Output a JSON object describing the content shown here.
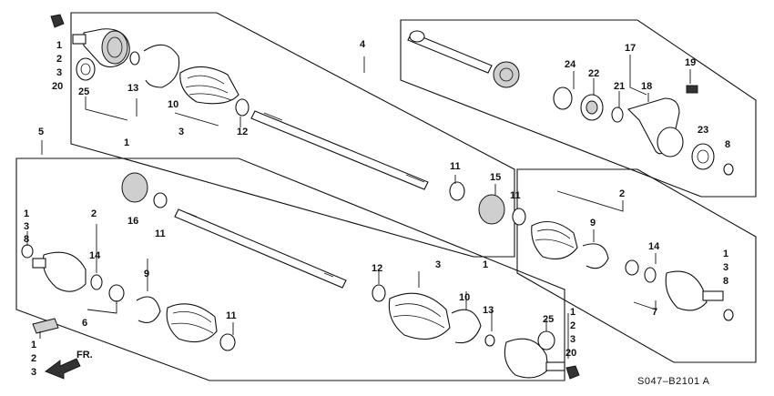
{
  "diagram_code": "S047–B2101 A",
  "direction_label": "FR.",
  "callouts": [
    {
      "id": "c-1-tl",
      "text": "1"
    },
    {
      "id": "c-2-tl",
      "text": "2"
    },
    {
      "id": "c-3-tl",
      "text": "3"
    },
    {
      "id": "c-20-tl",
      "text": "20"
    },
    {
      "id": "c-25-tl",
      "text": "25"
    },
    {
      "id": "c-13-tl",
      "text": "13"
    },
    {
      "id": "c-10-tl",
      "text": "10"
    },
    {
      "id": "c-1-tlb",
      "text": "1"
    },
    {
      "id": "c-3-tlb",
      "text": "3"
    },
    {
      "id": "c-12-tl",
      "text": "12"
    },
    {
      "id": "c-4",
      "text": "4"
    },
    {
      "id": "c-5",
      "text": "5"
    },
    {
      "id": "c-17",
      "text": "17"
    },
    {
      "id": "c-19",
      "text": "19"
    },
    {
      "id": "c-24",
      "text": "24"
    },
    {
      "id": "c-22",
      "text": "22"
    },
    {
      "id": "c-21",
      "text": "21"
    },
    {
      "id": "c-18",
      "text": "18"
    },
    {
      "id": "c-23",
      "text": "23"
    },
    {
      "id": "c-8-r",
      "text": "8"
    },
    {
      "id": "c-11-m",
      "text": "11"
    },
    {
      "id": "c-15",
      "text": "15"
    },
    {
      "id": "c-11-mr",
      "text": "11"
    },
    {
      "id": "c-2-r",
      "text": "2"
    },
    {
      "id": "c-9-r",
      "text": "9"
    },
    {
      "id": "c-14-r",
      "text": "14"
    },
    {
      "id": "c-1-r",
      "text": "1"
    },
    {
      "id": "c-3-r",
      "text": "3"
    },
    {
      "id": "c-8-rr",
      "text": "8"
    },
    {
      "id": "c-7",
      "text": "7"
    },
    {
      "id": "c-16",
      "text": "16"
    },
    {
      "id": "c-11-l",
      "text": "11"
    },
    {
      "id": "c-1-bl",
      "text": "1"
    },
    {
      "id": "c-3-bl",
      "text": "3"
    },
    {
      "id": "c-8-bl",
      "text": "8"
    },
    {
      "id": "c-2-bl",
      "text": "2"
    },
    {
      "id": "c-14-bl",
      "text": "14"
    },
    {
      "id": "c-9-bl",
      "text": "9"
    },
    {
      "id": "c-6",
      "text": "6"
    },
    {
      "id": "c-11-bl",
      "text": "11"
    },
    {
      "id": "c-12-bm",
      "text": "12"
    },
    {
      "id": "c-3-bm",
      "text": "3"
    },
    {
      "id": "c-1-bm",
      "text": "1"
    },
    {
      "id": "c-10-bm",
      "text": "10"
    },
    {
      "id": "c-13-bm",
      "text": "13"
    },
    {
      "id": "c-25-bm",
      "text": "25"
    },
    {
      "id": "c-1-br",
      "text": "1"
    },
    {
      "id": "c-2-br",
      "text": "2"
    },
    {
      "id": "c-3-br",
      "text": "3"
    },
    {
      "id": "c-20-br",
      "text": "20"
    },
    {
      "id": "c-1-fr",
      "text": "1"
    },
    {
      "id": "c-2-fr",
      "text": "2"
    },
    {
      "id": "c-3-fr",
      "text": "3"
    }
  ]
}
